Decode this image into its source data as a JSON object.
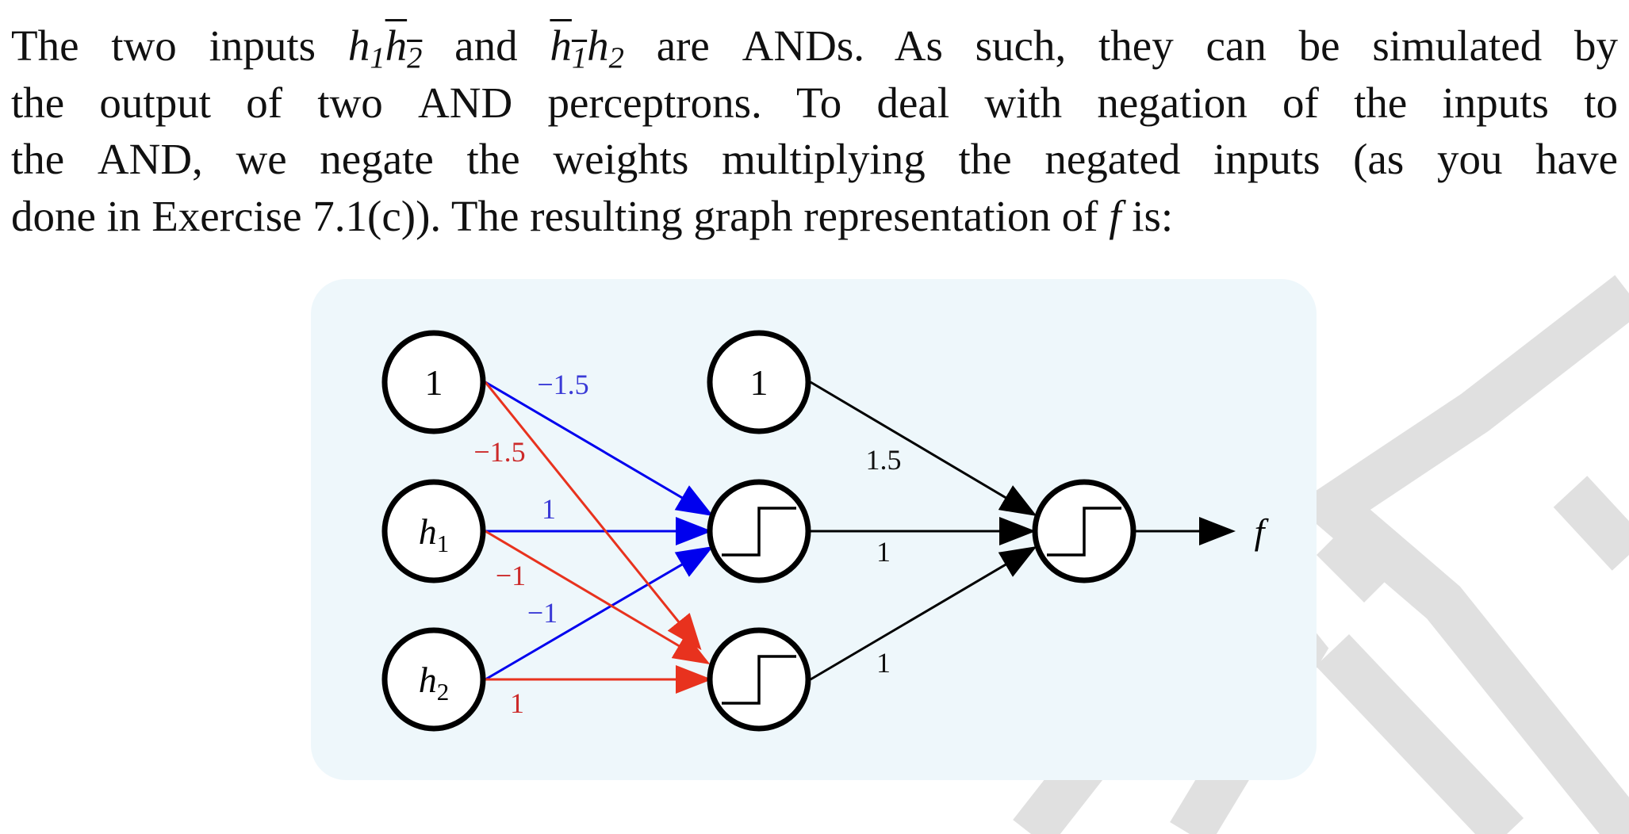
{
  "paragraph": {
    "line1": {
      "a": "The two inputs ",
      "h": "h",
      "one": "1",
      "two": "2",
      "b": " and ",
      "c": " are ",
      "d": "AND",
      "e": "s.  As such, they can be simulated by"
    },
    "line2": {
      "a": "the output of two ",
      "b": "AND",
      "c": " perceptrons.  To deal with negation of the inputs to"
    },
    "line3": {
      "a": "the ",
      "b": "AND",
      "c": ", we negate the weights multiplying the negated inputs (as you have"
    },
    "line4": {
      "a": "done in Exercise 7.1(c)).  The resulting graph representation of ",
      "f": "f",
      "c": " is:"
    }
  },
  "diagram": {
    "inputs": [
      {
        "label": "1"
      },
      {
        "label": "h",
        "sub": "1"
      },
      {
        "label": "h",
        "sub": "2"
      }
    ],
    "hidden_bias": {
      "label": "1"
    },
    "output_label": "f",
    "weights_blue": [
      "−1.5",
      "1",
      "−1"
    ],
    "weights_red": [
      "−1.5",
      "−1",
      "1"
    ],
    "weights_output": [
      "1.5",
      "1",
      "1"
    ]
  },
  "colors": {
    "blue": "#0000ee",
    "red": "#e8321e",
    "blue_label": "#3a3ad6",
    "red_label": "#cc2a2a",
    "figure_bg": "#eef7fb",
    "watermark": "#e0e0e0"
  }
}
